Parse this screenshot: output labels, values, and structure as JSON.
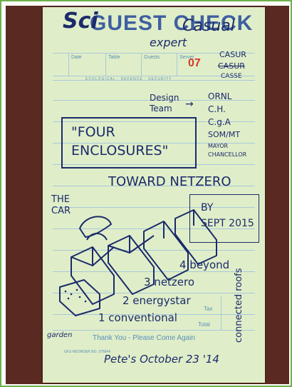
{
  "header": {
    "title_printed": "GUEST CHECK",
    "overwritten_word": "Sci",
    "script_word": "Casual",
    "scribble_word": "expert",
    "check_number": "07",
    "column_labels": [
      "Date",
      "Table",
      "Guests",
      "Server"
    ],
    "small_row_text": "ECOLOGICAL · DEFENCE · SECURITY"
  },
  "notes": {
    "design_team": "Design\nTeam",
    "list": [
      "ORNL",
      "C.H.",
      "C.g.A",
      "SOM/MT",
      "MAYOR",
      "CHANCELLOR"
    ],
    "top_right": [
      "CASUR",
      "CASUR",
      "CASSE"
    ],
    "boxed_title": "\"FOUR\nENCLOSURES\"",
    "subtitle": "TOWARD NETZERO",
    "car_label": "THE\nCAR",
    "by_date": "BY\nSEPT 2015",
    "stages": [
      "1 conventional",
      "2 energystar",
      "3 netzero",
      "4 beyond"
    ],
    "vertical_note": "connected roofs",
    "garden": "garden",
    "signature": "Pete's October 23 '14"
  },
  "footer": {
    "thanks": "Thank You - Please Come Again",
    "tax_label": "Tax",
    "total_label": "Total",
    "fine_print": "GFS REORDER NO. 376844"
  },
  "colors": {
    "paper": "#dfeec8",
    "ink": "#1c2a6b",
    "print": "#5b8fb8",
    "background": "#5a2a22",
    "accent_red": "#d23a2a"
  }
}
